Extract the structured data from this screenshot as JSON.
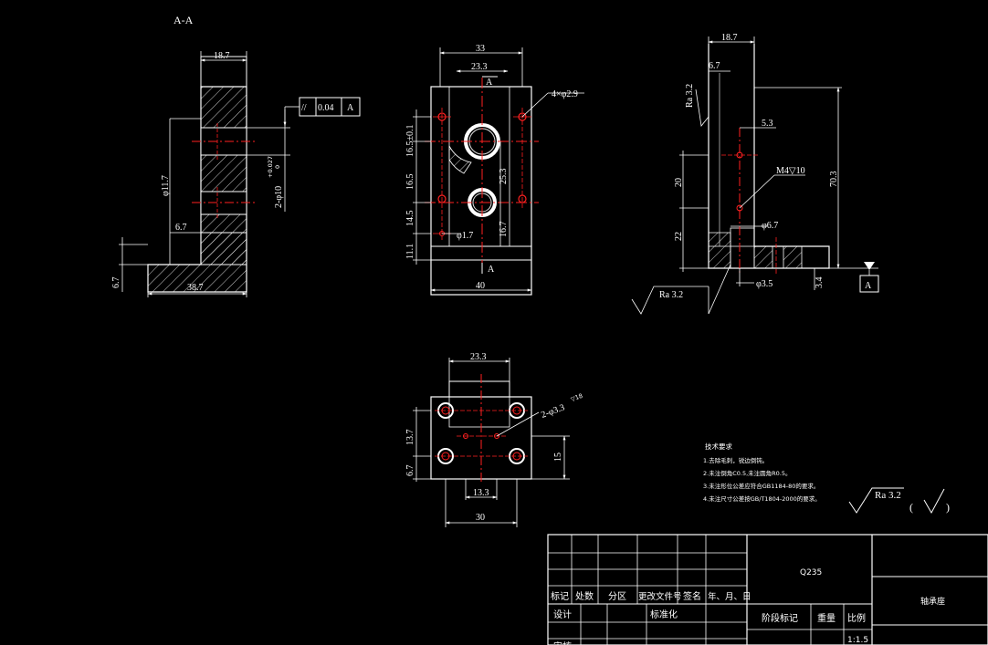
{
  "section_label": "A-A",
  "left_view": {
    "dims": {
      "top_width": "18.7",
      "bore_dia": "φ11.7",
      "hole_spec": "2-φ10",
      "hole_tol": "+0.027",
      "hole_tol_low": "0",
      "step": "6.7",
      "base_height": "6.7",
      "base_width": "38.7"
    },
    "tolerance_frame": {
      "symbol": "//",
      "value": "0.04",
      "datum": "A"
    }
  },
  "front_view": {
    "dims": {
      "overall_width": "33",
      "inner_width": "23.3",
      "bottom_width": "40",
      "holes": "4×φ2.9",
      "d1": "16.5±0.1",
      "d2": "16.5",
      "d3": "14.5",
      "d4": "11.1",
      "d5": "25.3",
      "d6": "16.7",
      "small_hole": "φ1.7"
    },
    "section_mark_top": "A",
    "section_mark_bottom": "A"
  },
  "side_view": {
    "dims": {
      "top_width": "18.7",
      "offset": "6.7",
      "roughness": "Ra 3.2",
      "d53": "5.3",
      "thread": "M4▽10",
      "d20": "20",
      "d22": "22",
      "height": "70.3",
      "dia67": "φ6.7",
      "dia35": "φ3.5",
      "d34": "3.4",
      "roughness2": "Ra 3.2"
    },
    "datum": "A"
  },
  "bottom_view": {
    "dims": {
      "top_width": "23.3",
      "holes": "2-φ3.3",
      "holes_note": "▽18",
      "left_h": "13.7",
      "left_h2": "6.7",
      "right_h": "15",
      "inner_w": "13.3",
      "overall_w": "30"
    }
  },
  "technical_requirements": {
    "title": "技术要求",
    "items": [
      "1.去除毛刺，锐边倒钝。",
      "2.未注倒角C0.5,未注圆角R0.5。",
      "3.未注形位公差应符合GB1184-80的要求。",
      "4.未注尺寸公差按GB/T1804-2000的要求。"
    ]
  },
  "roughness_note": {
    "value": "Ra 3.2",
    "paren_open": "(",
    "paren_close": ")"
  },
  "title_block": {
    "material": "Q235",
    "part_name": "轴承座",
    "headers": [
      "标记",
      "处数",
      "分区",
      "更改文件号",
      "签名",
      "年、月、日"
    ],
    "design": "设计",
    "standard": "标准化",
    "stage": "阶段标记",
    "weight": "重量",
    "scale": "比例",
    "scale_value": "1:1.5",
    "review": "审核"
  }
}
